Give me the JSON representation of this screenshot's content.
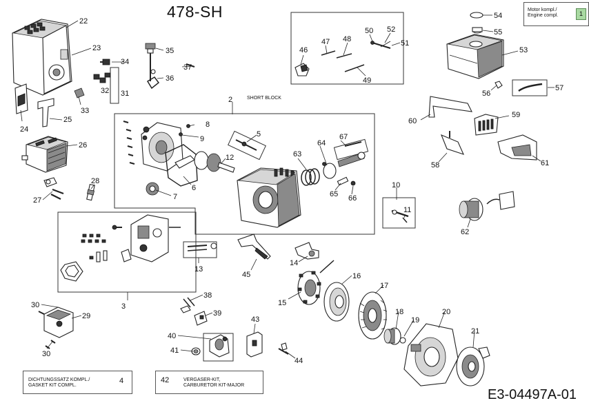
{
  "diagram": {
    "model": "478-SH",
    "drawing_number": "E3-04497A-01",
    "engine_complete_box": {
      "label_line1": "Motor kompl./",
      "label_line2": "Engine compl.",
      "value": "1"
    },
    "short_block_label": "SHORT BLOCK",
    "gasket_kit": {
      "text_line1": "DICHTUNGSSATZ KOMPL./",
      "text_line2": "GASKET KIT COMPL.",
      "number": "4"
    },
    "carburetor_kit": {
      "number": "42",
      "text_line1": "VERGASER-KIT,",
      "text_line2": "CARBURETOR KIT-MAJOR"
    },
    "part_numbers": [
      "2",
      "3",
      "5",
      "6",
      "7",
      "8",
      "9",
      "10",
      "11",
      "12",
      "13",
      "14",
      "15",
      "16",
      "17",
      "18",
      "19",
      "20",
      "21",
      "22",
      "23",
      "24",
      "25",
      "26",
      "27",
      "28",
      "29",
      "30",
      "30",
      "31",
      "32",
      "33",
      "34",
      "35",
      "36",
      "37",
      "38",
      "39",
      "40",
      "41",
      "43",
      "44",
      "45",
      "46",
      "47",
      "48",
      "49",
      "50",
      "51",
      "52",
      "53",
      "54",
      "55",
      "56",
      "57",
      "58",
      "59",
      "60",
      "61",
      "62",
      "63",
      "64",
      "65",
      "66",
      "67"
    ]
  }
}
